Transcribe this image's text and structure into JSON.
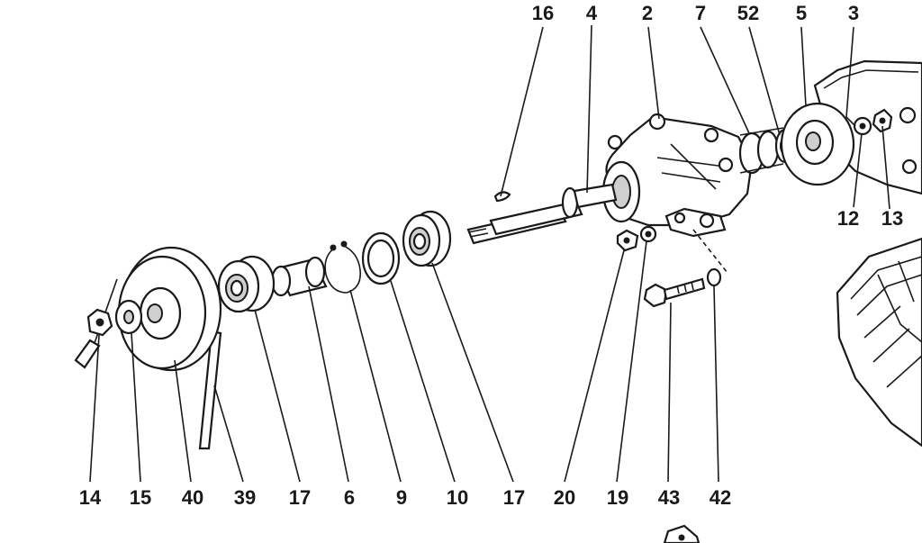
{
  "labels_top": [
    "16",
    "4",
    "2",
    "7",
    "52",
    "5",
    "3"
  ],
  "labels_right": [
    "12",
    "13"
  ],
  "labels_bottom": [
    "14",
    "15",
    "40",
    "39",
    "17",
    "6",
    "9",
    "10",
    "17",
    "20",
    "19",
    "43",
    "42"
  ]
}
